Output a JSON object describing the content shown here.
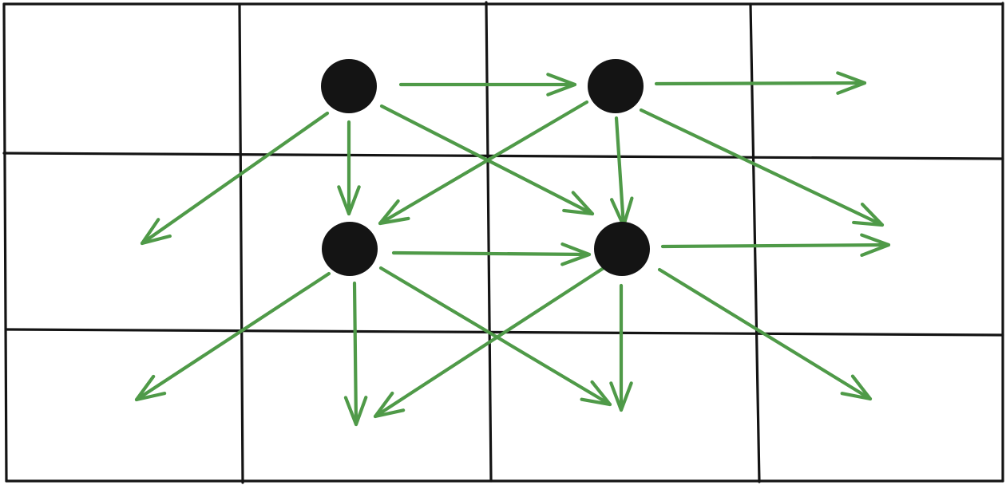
{
  "diagram": {
    "grid": {
      "rows": 3,
      "cols": 4,
      "line_color": "#141414"
    },
    "node_color": "#141414",
    "arrow_color": "#4f9a48",
    "nodes": [
      {
        "id": "n-top-left",
        "row": 0,
        "col": 1
      },
      {
        "id": "n-top-right",
        "row": 0,
        "col": 2
      },
      {
        "id": "n-mid-left",
        "row": 1,
        "col": 1
      },
      {
        "id": "n-mid-right",
        "row": 1,
        "col": 2
      }
    ],
    "arrows": [
      {
        "from": "n-top-left",
        "direction": "right"
      },
      {
        "from": "n-top-left",
        "direction": "down"
      },
      {
        "from": "n-top-left",
        "direction": "down-left"
      },
      {
        "from": "n-top-left",
        "direction": "down-right"
      },
      {
        "from": "n-top-right",
        "direction": "right"
      },
      {
        "from": "n-top-right",
        "direction": "down"
      },
      {
        "from": "n-top-right",
        "direction": "down-left"
      },
      {
        "from": "n-top-right",
        "direction": "down-right"
      },
      {
        "from": "n-mid-left",
        "direction": "right"
      },
      {
        "from": "n-mid-left",
        "direction": "down"
      },
      {
        "from": "n-mid-left",
        "direction": "down-left"
      },
      {
        "from": "n-mid-left",
        "direction": "down-right"
      },
      {
        "from": "n-mid-right",
        "direction": "right"
      },
      {
        "from": "n-mid-right",
        "direction": "down"
      },
      {
        "from": "n-mid-right",
        "direction": "down-left"
      },
      {
        "from": "n-mid-right",
        "direction": "down-right"
      }
    ]
  }
}
